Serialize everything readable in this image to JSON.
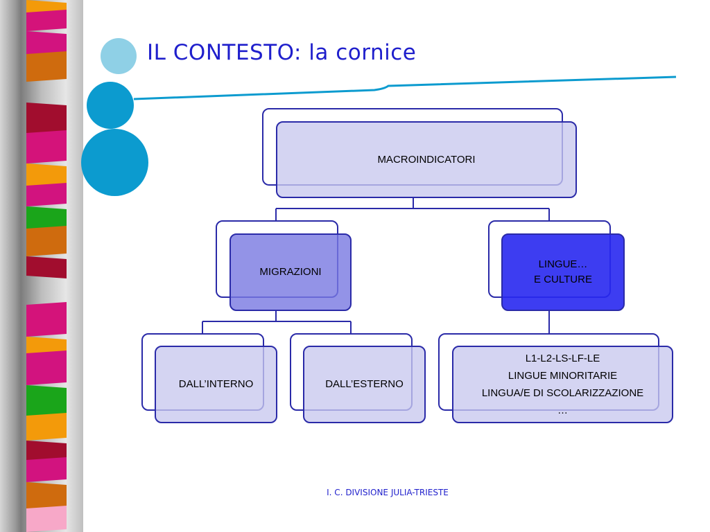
{
  "slide": {
    "title": "IL CONTESTO: la cornice",
    "footer": "I. C. DIVISIONE JULIA-TRIESTE"
  },
  "diagram": {
    "root": {
      "label": "MACROINDICATORI"
    },
    "level1": [
      {
        "label": "MIGRAZIONI"
      },
      {
        "lines": [
          "LINGUE…",
          "E CULTURE"
        ]
      }
    ],
    "level2": [
      {
        "label": "DALL’INTERNO"
      },
      {
        "label": "DALL’ESTERNO"
      },
      {
        "lines": [
          "L1-L2-LS-LF-LE",
          "LINGUE MINORITARIE",
          "LINGUA/E DI SCOLARIZZAZIONE",
          "…"
        ]
      }
    ]
  },
  "colors": {
    "title": "#1f1fcc",
    "border": "#2a2aa8",
    "accent_circle_light": "#8fd0e6",
    "accent_circle": "#0c9bcf"
  }
}
